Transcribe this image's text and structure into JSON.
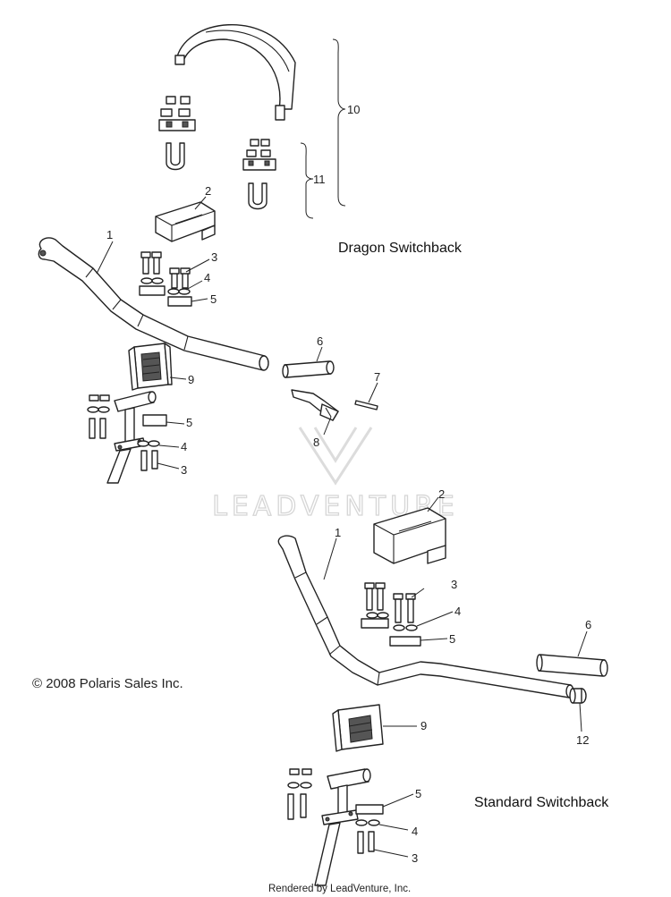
{
  "sections": {
    "dragon_title": "Dragon Switchback",
    "standard_title": "Standard Switchback"
  },
  "copyright": "© 2008 Polaris Sales Inc.",
  "footer": "Rendered by LeadVenture, Inc.",
  "watermark": {
    "text": "LEADVENTURE"
  },
  "callouts": {
    "dragon": [
      {
        "label": "1"
      },
      {
        "label": "2"
      },
      {
        "label": "3"
      },
      {
        "label": "4"
      },
      {
        "label": "5"
      },
      {
        "label": "6"
      },
      {
        "label": "7"
      },
      {
        "label": "8"
      },
      {
        "label": "9"
      },
      {
        "label": "5"
      },
      {
        "label": "4"
      },
      {
        "label": "3"
      },
      {
        "label": "10"
      },
      {
        "label": "11"
      }
    ],
    "standard": [
      {
        "label": "1"
      },
      {
        "label": "2"
      },
      {
        "label": "3"
      },
      {
        "label": "4"
      },
      {
        "label": "5"
      },
      {
        "label": "6"
      },
      {
        "label": "12"
      },
      {
        "label": "9"
      },
      {
        "label": "5"
      },
      {
        "label": "4"
      },
      {
        "label": "3"
      }
    ]
  }
}
